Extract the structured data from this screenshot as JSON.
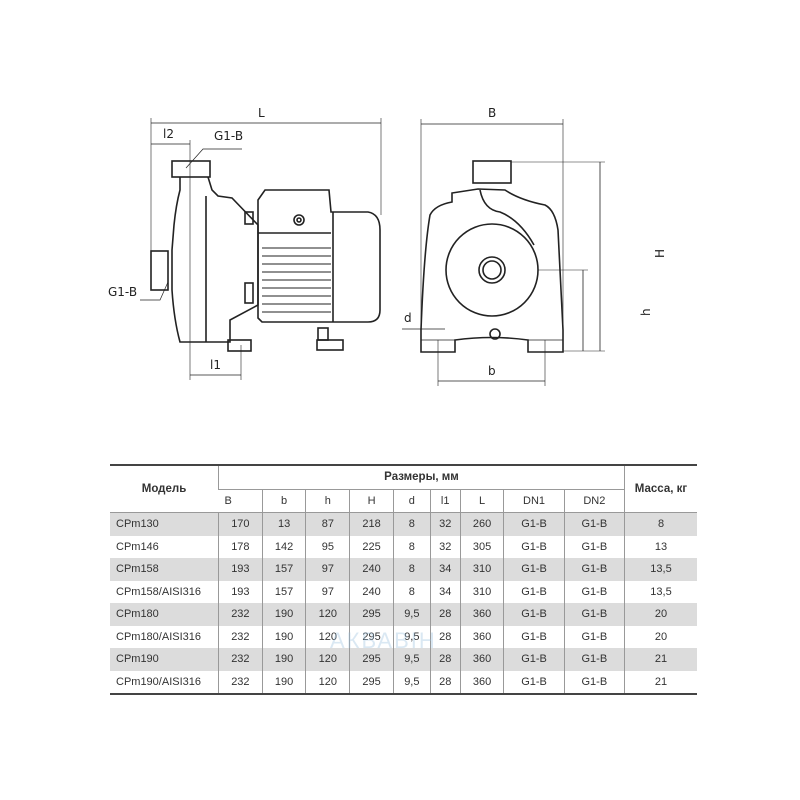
{
  "drawing": {
    "side_view": {
      "L": "L",
      "l2": "l2",
      "l1": "l1",
      "outlet_thread": "G1-B",
      "inlet_thread": "G1-B"
    },
    "front_view": {
      "B": "B",
      "H": "H",
      "h": "h",
      "b": "b",
      "d": "d"
    }
  },
  "table": {
    "model_header": "Модель",
    "dims_header": "Размеры, мм",
    "mass_header": "Масса, кг",
    "columns": [
      "B",
      "b",
      "h",
      "H",
      "d",
      "l1",
      "L",
      "DN1",
      "DN2"
    ],
    "rows": [
      [
        "CPm130",
        "170",
        "13",
        "87",
        "218",
        "8",
        "32",
        "260",
        "G1-B",
        "G1-B",
        "8"
      ],
      [
        "CPm146",
        "178",
        "142",
        "95",
        "225",
        "8",
        "32",
        "305",
        "G1-B",
        "G1-B",
        "13"
      ],
      [
        "CPm158",
        "193",
        "157",
        "97",
        "240",
        "8",
        "34",
        "310",
        "G1-B",
        "G1-B",
        "13,5"
      ],
      [
        "CPm158/AISI316",
        "193",
        "157",
        "97",
        "240",
        "8",
        "34",
        "310",
        "G1-B",
        "G1-B",
        "13,5"
      ],
      [
        "CPm180",
        "232",
        "190",
        "120",
        "295",
        "9,5",
        "28",
        "360",
        "G1-B",
        "G1-B",
        "20"
      ],
      [
        "CPm180/AISI316",
        "232",
        "190",
        "120",
        "295",
        "9,5",
        "28",
        "360",
        "G1-B",
        "G1-B",
        "20"
      ],
      [
        "CPm190",
        "232",
        "190",
        "120",
        "295",
        "9,5",
        "28",
        "360",
        "G1-B",
        "G1-B",
        "21"
      ],
      [
        "CPm190/AISI316",
        "232",
        "190",
        "120",
        "295",
        "9,5",
        "28",
        "360",
        "G1-B",
        "G1-B",
        "21"
      ]
    ]
  },
  "watermark": "АКВАВІН"
}
